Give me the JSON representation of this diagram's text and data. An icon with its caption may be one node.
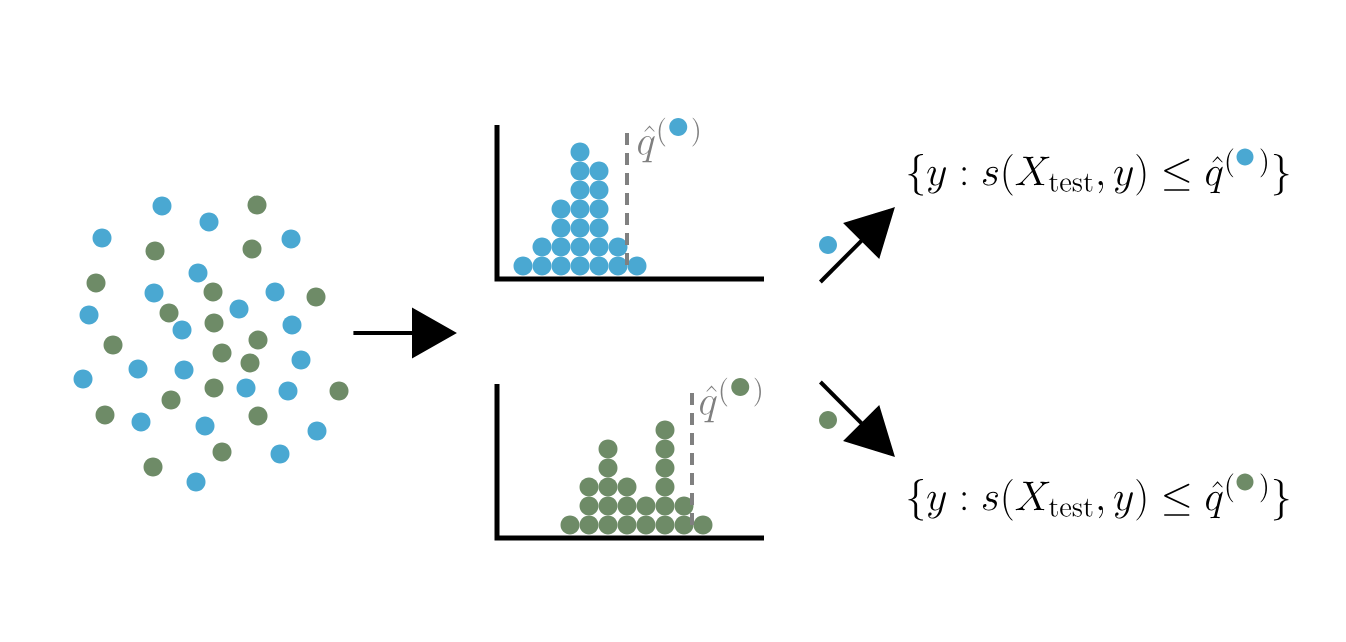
{
  "diagram": {
    "nodes": [
      {
        "text": [],
        "shape": "picture"
      },
      {
        "text": [
          "\\hat{q}^{(\\;\\;\\;)}"
        ]
      },
      {
        "text": [
          "\\hat{q}^{(\\;\\;\\;)}"
        ]
      },
      {
        "text": [
          "\\{y : s(X_{\\mathrm{test}}, y) \\leq \\hat{q}^{(\\;\\;\\;)}\\}"
        ]
      },
      {
        "text": [
          "\\{y : s(X_{\\mathrm{test}}, y) \\leq \\hat{q}^{(\\;\\;\\;)}\\}"
        ]
      }
    ],
    "edges": [
      {
        "from": 0,
        "to": null,
        "arrow": "to"
      },
      {
        "from": 1,
        "to": 3,
        "arrow": "to"
      },
      {
        "from": 2,
        "to": 4,
        "arrow": "to"
      }
    ]
  }
}
